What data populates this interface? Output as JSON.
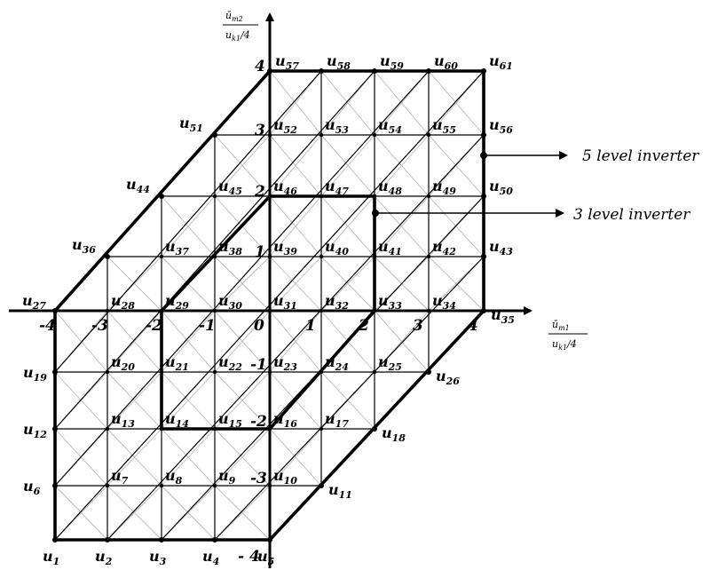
{
  "vectors": [
    "1",
    "2",
    "3",
    "4",
    "5",
    "6",
    "7",
    "8",
    "9",
    "10",
    "11",
    "12",
    "13",
    "14",
    "15",
    "16",
    "17",
    "18",
    "19",
    "20",
    "21",
    "22",
    "23",
    "24",
    "25",
    "26",
    "27",
    "28",
    "29",
    "30",
    "31",
    "32",
    "33",
    "34",
    "35",
    "36",
    "37",
    "38",
    "39",
    "40",
    "41",
    "42",
    "43",
    "44",
    "45",
    "46",
    "47",
    "48",
    "49",
    "50",
    "51",
    "52",
    "53",
    "54",
    "55",
    "56",
    "57",
    "58",
    "59",
    "60",
    "61"
  ],
  "vector_symbol": "u",
  "x_ticks": [
    "-4",
    "-3",
    "-2",
    "-1",
    "0",
    "1",
    "2",
    "3",
    "4"
  ],
  "y_ticks_pos": [
    "1",
    "2",
    "3",
    "4"
  ],
  "y_ticks_neg": [
    "-1",
    "-2",
    "-3",
    "- 4"
  ],
  "x_axis_title": {
    "num": "ū",
    "num_sub": "m1",
    "den": "u",
    "den_sub": "k1",
    "den_tail": "/4"
  },
  "y_axis_title": {
    "num": "ū",
    "num_sub": "m2",
    "den": "u",
    "den_sub": "k1",
    "den_tail": "/4"
  },
  "legend": [
    {
      "label": "5 level inverter"
    },
    {
      "label": "3 level inverter"
    }
  ]
}
